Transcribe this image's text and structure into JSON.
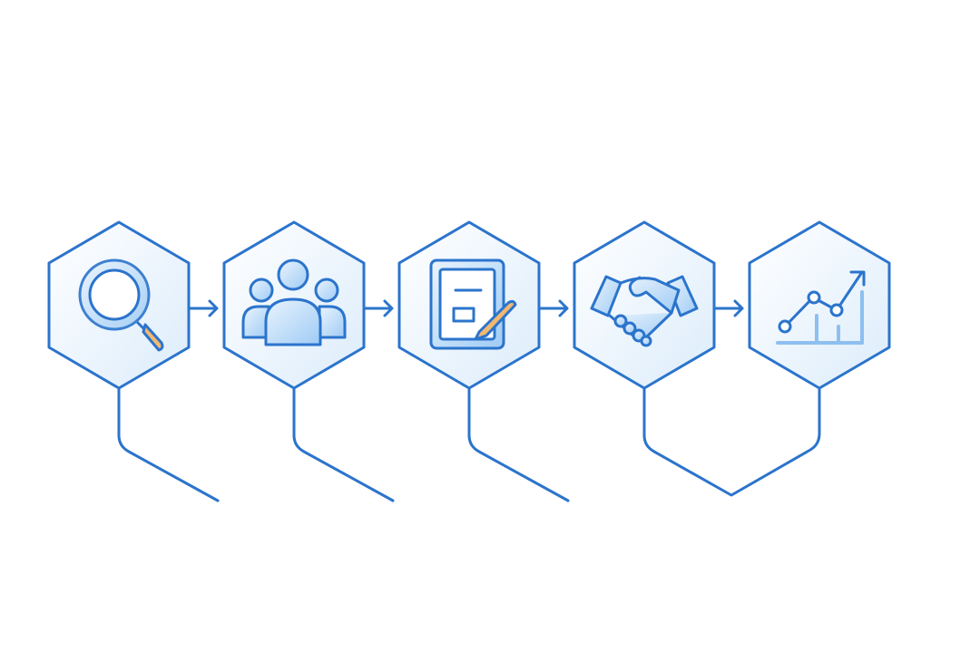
{
  "diagram": {
    "type": "process-flow",
    "colors": {
      "stroke": "#2b74cc",
      "fill_light": "#eef6fd",
      "fill_mid": "#cfe5fa",
      "accent": "#f2b872",
      "chart_bars": "#8dbff0"
    },
    "steps": [
      {
        "icon": "magnifying-glass-icon"
      },
      {
        "icon": "user-group-icon"
      },
      {
        "icon": "document-pen-icon"
      },
      {
        "icon": "handshake-icon"
      },
      {
        "icon": "growth-chart-icon"
      }
    ],
    "connectors": [
      "arrow",
      "arrow",
      "arrow",
      "arrow"
    ]
  }
}
